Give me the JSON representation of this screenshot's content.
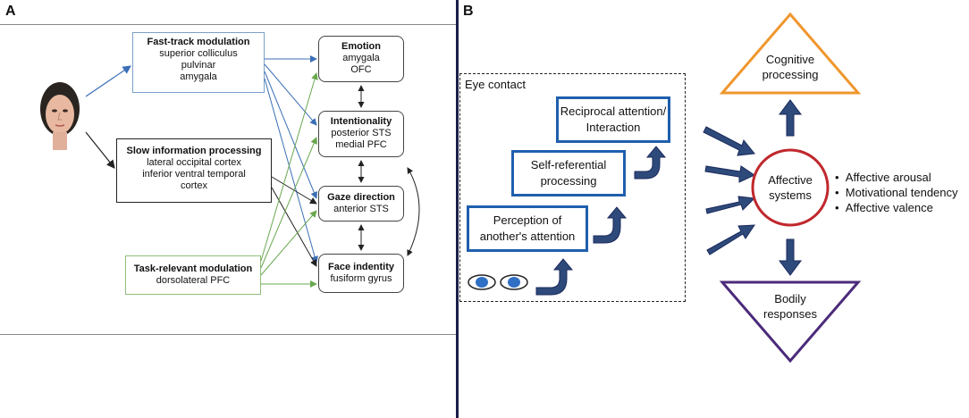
{
  "panel_a": {
    "label": "A",
    "fast_track": {
      "title": "Fast-track modulation",
      "lines": [
        "superior colliculus",
        "pulvinar",
        "amygala"
      ]
    },
    "slow_processing": {
      "title": "Slow information processing",
      "lines": [
        "lateral occipital cortex",
        "inferior ventral temporal",
        "cortex"
      ]
    },
    "task_relevant": {
      "title": "Task-relevant modulation",
      "lines": [
        "dorsolateral PFC"
      ]
    },
    "emotion": {
      "title": "Emotion",
      "lines": [
        "amygala",
        "OFC"
      ]
    },
    "intentionality": {
      "title": "Intentionality",
      "lines": [
        "posterior STS",
        "medial PFC"
      ]
    },
    "gaze": {
      "title": "Gaze direction",
      "lines": [
        "anterior STS"
      ]
    },
    "face": {
      "title": "Face indentity",
      "lines": [
        "fusiform gyrus"
      ]
    }
  },
  "panel_b": {
    "label": "B",
    "eye_contact": "Eye contact",
    "perception": [
      "Perception of",
      "another's attention"
    ],
    "self_ref": [
      "Self-referential",
      "processing"
    ],
    "reciprocal": [
      "Reciprocal attention/",
      "Interaction"
    ],
    "cognitive": [
      "Cognitive",
      "processing"
    ],
    "affective": [
      "Affective",
      "systems"
    ],
    "bodily": [
      "Bodily",
      "responses"
    ],
    "bullets": [
      "Affective arousal",
      "Motivational tendency",
      "Affective valence"
    ]
  },
  "colors": {
    "blue_arrow": "#3b6fb6",
    "green_arrow": "#6aa84f",
    "box_blue": "#1f5fae",
    "orange": "#f0962e",
    "red": "#c0282d",
    "purple": "#4b2a7a",
    "navy": "#1a2a5c"
  }
}
